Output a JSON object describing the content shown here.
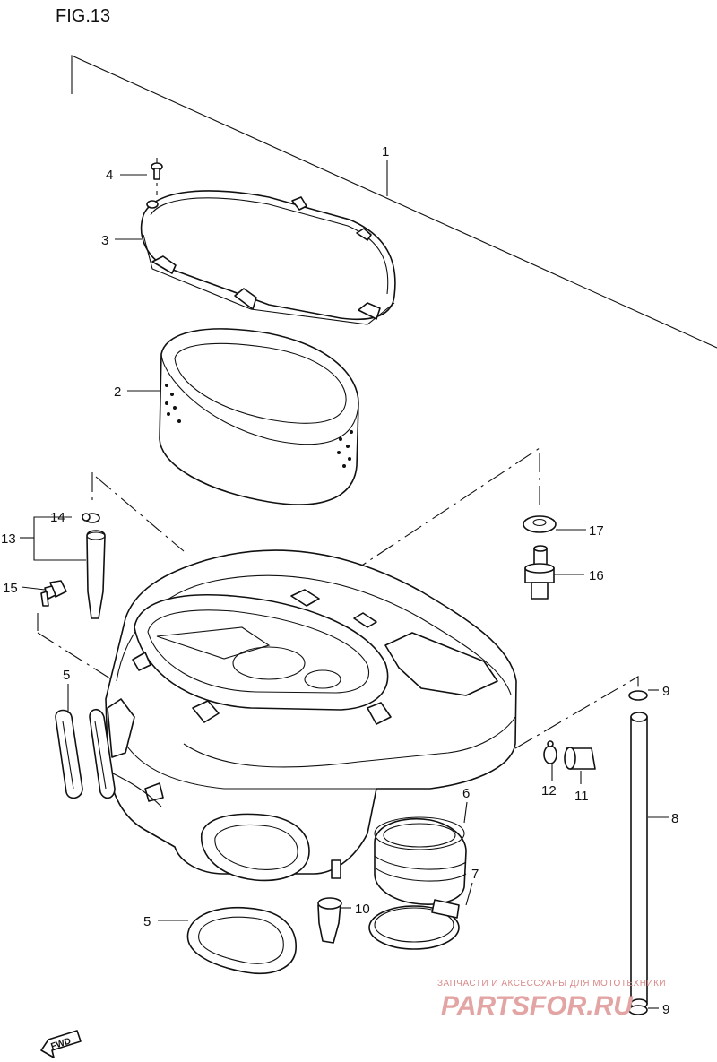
{
  "figure": {
    "title": "FIG.13"
  },
  "callouts": [
    "1",
    "2",
    "3",
    "4",
    "5",
    "5",
    "6",
    "7",
    "8",
    "9",
    "9",
    "10",
    "11",
    "12",
    "13",
    "14",
    "15",
    "16",
    "17"
  ],
  "watermark": {
    "line1": "ЗАПЧАСТИ И АКСЕССУАРЫ ДЛЯ МОТОТЕХНИКИ",
    "line2": "PARTSFOR.RU"
  },
  "direction_badge": {
    "text": "FWD"
  }
}
